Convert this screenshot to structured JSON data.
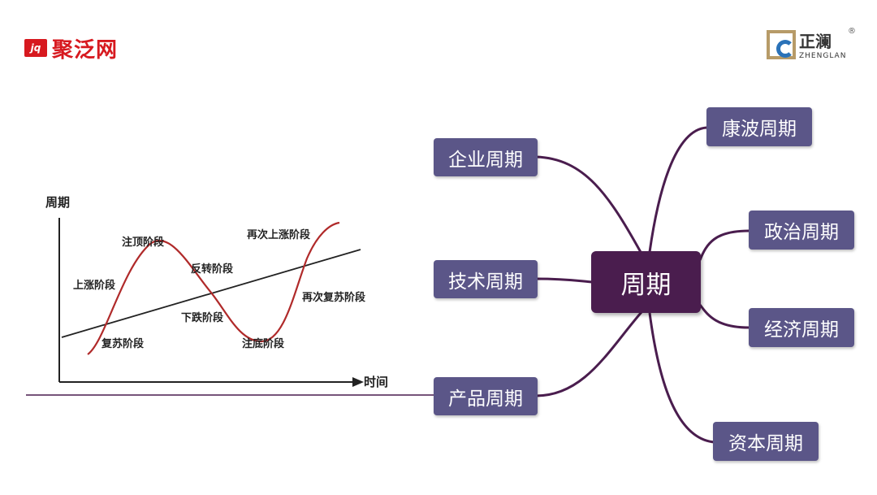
{
  "brand_left": {
    "mark": "jq",
    "name": "聚泛网"
  },
  "brand_right": {
    "cn": "正澜",
    "en": "ZHENGLAN",
    "reg": "®"
  },
  "mindmap": {
    "center": "周期",
    "left_branches": [
      "企业周期",
      "技术周期",
      "产品周期"
    ],
    "right_branches": [
      "康波周期",
      "政治周期",
      "经济周期",
      "资本周期"
    ]
  },
  "cycle_chart": {
    "y_axis_label": "周期",
    "x_axis_label": "时间",
    "stages": {
      "recovery": "复苏阶段",
      "rising": "上涨阶段",
      "peak": "注顶阶段",
      "reversal": "反转阶段",
      "falling": "下跌阶段",
      "bottom": "注底阶段",
      "re_recovery": "再次复苏阶段",
      "re_rising": "再次上涨阶段"
    },
    "colors": {
      "curve": "#b02a2a",
      "trend": "#222222",
      "axis": "#222222"
    }
  },
  "colors": {
    "branch": "#4a1d4e",
    "node": "#5b5688",
    "center": "#4a1d4e"
  }
}
